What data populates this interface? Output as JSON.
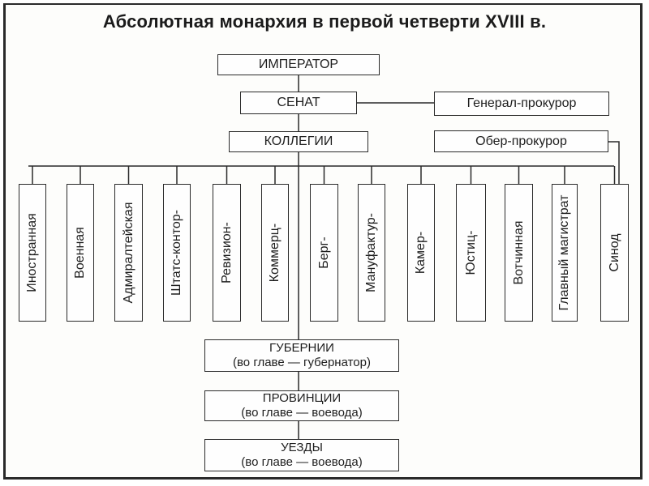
{
  "title": "Абсолютная монархия в первой четверти XVIII в.",
  "nodes": {
    "emperor": "ИМПЕРАТОР",
    "senate": "СЕНАТ",
    "prosecutor_general": "Генерал-прокурор",
    "collegia": "КОЛЛЕГИИ",
    "chief_prosecutor": "Обер-прокурор"
  },
  "collegia_list": [
    "Иностранная",
    "Военная",
    "Адмиралтейская",
    "Штатс-контор-",
    "Ревизион-",
    "Коммерц-",
    "Берг-",
    "Мануфактур-",
    "Камер-",
    "Юстиц-",
    "Вотчинная",
    "Главный магистрат",
    "Синод"
  ],
  "regions": [
    {
      "name": "ГУБЕРНИИ",
      "head": "(во главе — губернатор)"
    },
    {
      "name": "ПРОВИНЦИИ",
      "head": "(во главе — воевода)"
    },
    {
      "name": "УЕЗДЫ",
      "head": "(во главе — воевода)"
    }
  ]
}
